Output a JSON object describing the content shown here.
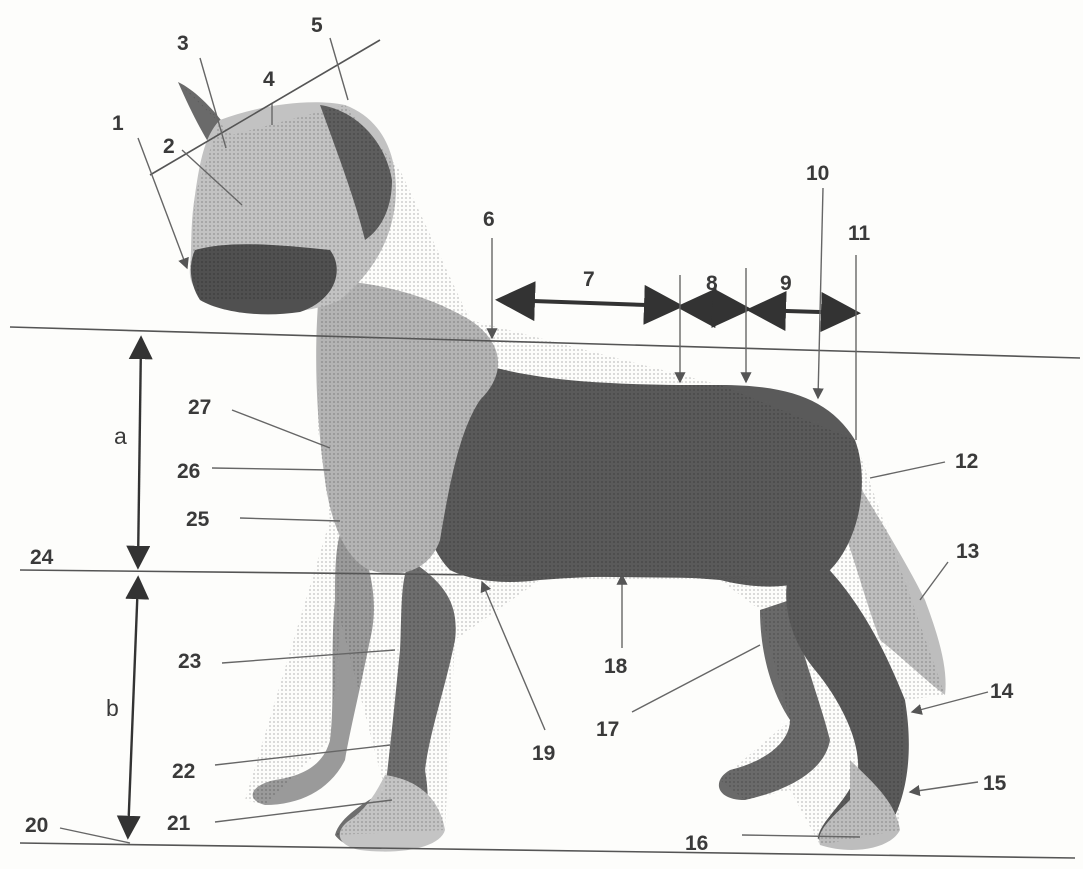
{
  "diagram": {
    "labels": {
      "p1": "1",
      "p2": "2",
      "p3": "3",
      "p4": "4",
      "p5": "5",
      "p6": "6",
      "p7": "7",
      "p8": "8",
      "p9": "9",
      "p10": "10",
      "p11": "11",
      "p12": "12",
      "p13": "13",
      "p14": "14",
      "p15": "15",
      "p16": "16",
      "p17": "17",
      "p18": "18",
      "p19": "19",
      "p20": "20",
      "p21": "21",
      "p22": "22",
      "p23": "23",
      "p24": "24",
      "p25": "25",
      "p26": "26",
      "p27": "27",
      "height_upper": "a",
      "height_lower": "b"
    },
    "colors": {
      "ink": "#3a3a3a",
      "dog_dark": "#5a5a5a",
      "dog_mid": "#8a8a8a",
      "dog_light": "#c9c9c9",
      "background": "#fdfdfb"
    }
  }
}
